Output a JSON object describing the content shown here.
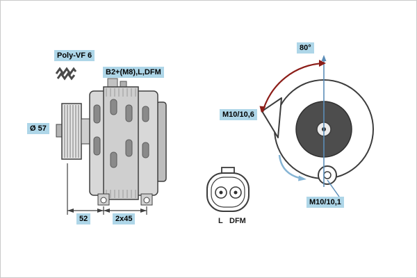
{
  "labels": {
    "pulley_type": "Poly-VF 6",
    "terminals": "B2+(M8),L,DFM",
    "pulley_diameter": "Ø 57",
    "dim_52": "52",
    "dim_2x45": "2x45",
    "mount_angle": "80°",
    "thread_left_lug": "M10/10,6",
    "thread_bottom_lug": "M10/10,1",
    "connector_pin_left": "L",
    "connector_pin_right": "DFM"
  },
  "colors": {
    "label_highlight": "#aed6e8",
    "line": "#3c3c3c",
    "dimension_red": "#8c1d18",
    "annotation_blue": "#5b8db8",
    "rotation_arrow_blue": "#85b4d4",
    "body_fill": "#d8d8d8",
    "canvas_bg": "#ffffff"
  }
}
